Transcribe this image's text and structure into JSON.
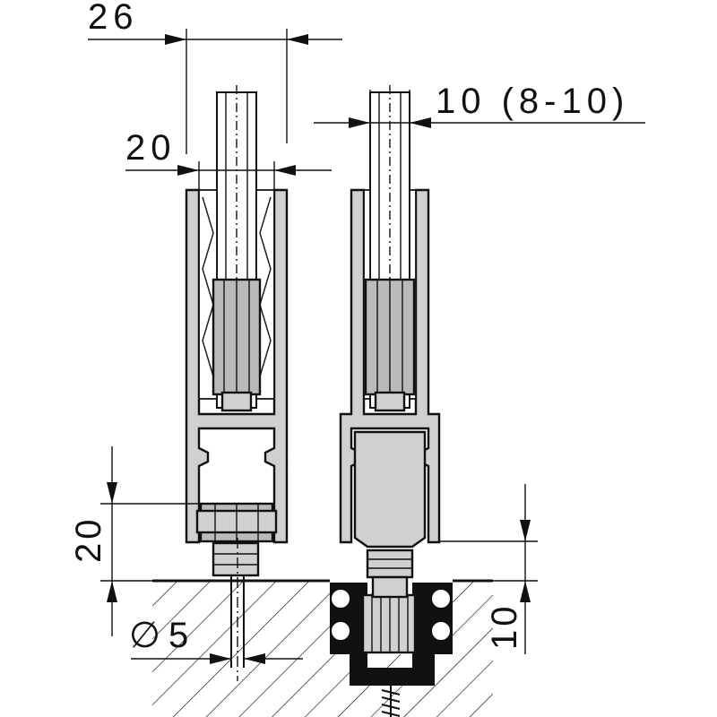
{
  "dimensions": {
    "top_width": "26",
    "inner_width": "20",
    "glass_thickness": "10 (8-10)",
    "left_height": "20",
    "right_height": "10",
    "diameter_symbol": "∅",
    "diameter_value": "5"
  },
  "colors": {
    "line": "#111111",
    "part_fill": "#cfd0d2",
    "background": "#ffffff"
  }
}
